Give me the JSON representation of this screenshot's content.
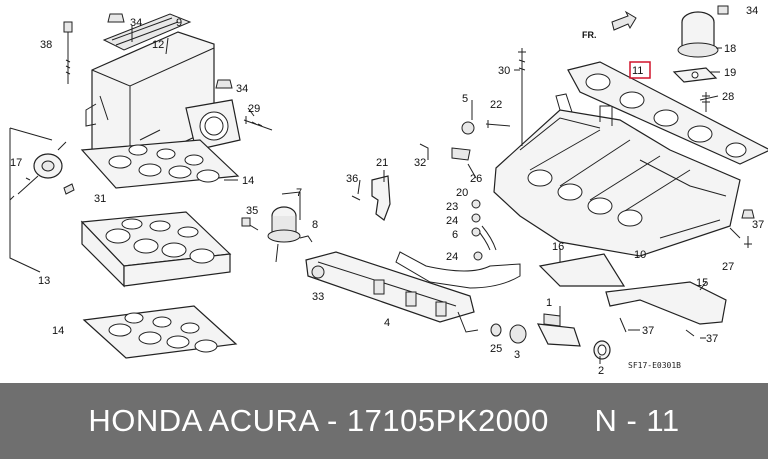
{
  "diagram": {
    "direction_label": "FR.",
    "ref_code": "SF17-E0301B",
    "highlight_color": "#d0142c",
    "labels": {
      "l1": "1",
      "l2": "2",
      "l3": "3",
      "l4": "4",
      "l5": "5",
      "l6": "6",
      "l7": "7",
      "l8": "8",
      "l9": "9",
      "l10": "10",
      "l11": "11",
      "l12": "12",
      "l13": "13",
      "l14a": "14",
      "l14b": "14",
      "l15": "15",
      "l16": "16",
      "l17": "17",
      "l18": "18",
      "l19": "19",
      "l20": "20",
      "l21": "21",
      "l22": "22",
      "l23": "23",
      "l24a": "24",
      "l24b": "24",
      "l25": "25",
      "l26": "26",
      "l27": "27",
      "l28": "28",
      "l29": "29",
      "l30": "30",
      "l31": "31",
      "l32": "32",
      "l33": "33",
      "l34a": "34",
      "l34b": "34",
      "l34c": "34",
      "l35": "35",
      "l36": "36",
      "l37a": "37",
      "l37b": "37",
      "l37c": "37",
      "l38": "38"
    }
  },
  "footer": {
    "text": "HONDA ACURA - 17105PK2000     N - 11",
    "background": "#6f6f6f",
    "text_color": "#ffffff"
  }
}
